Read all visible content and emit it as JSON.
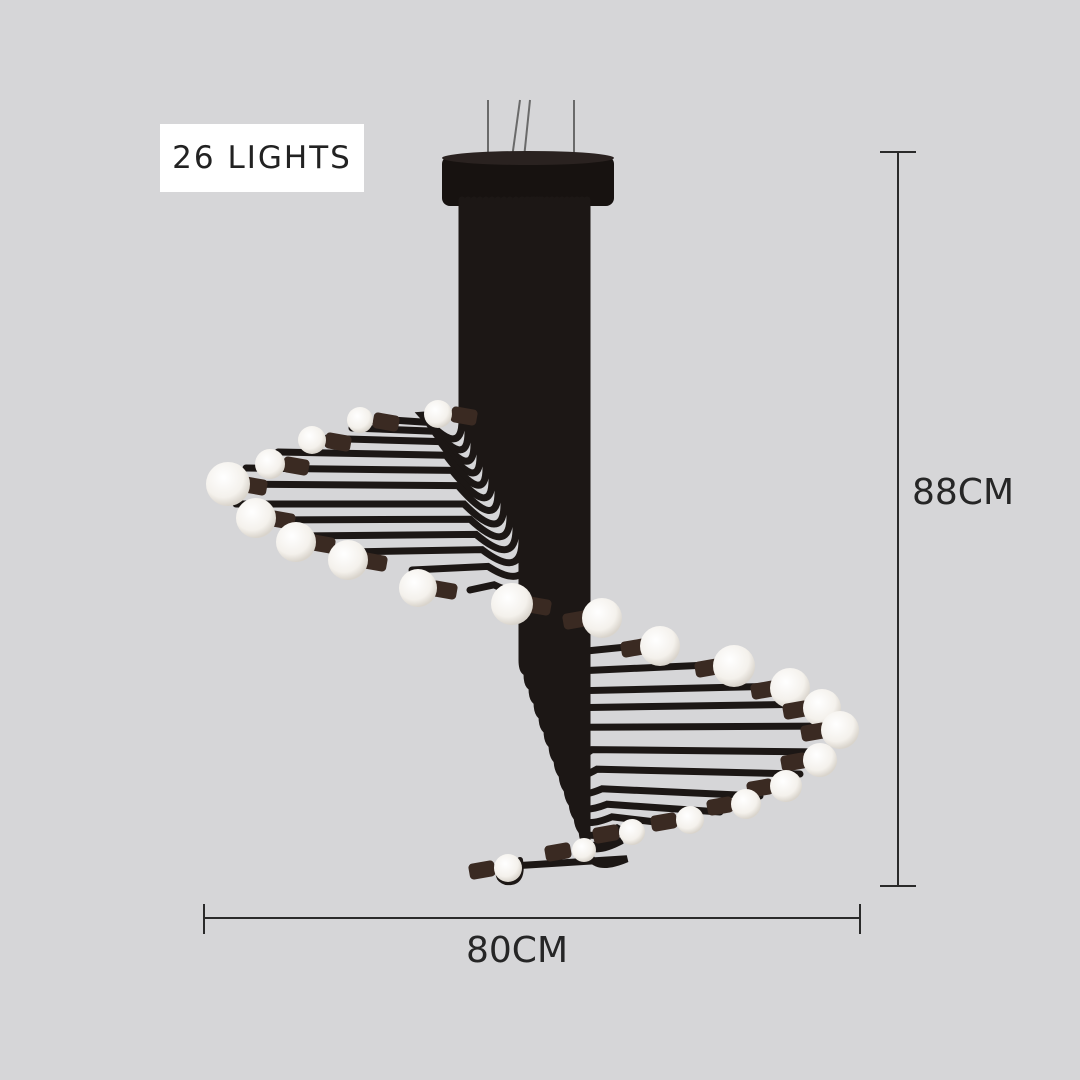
{
  "product": {
    "lights_badge": "26 LIGHTS",
    "height_label": "88CM",
    "width_label": "80CM"
  },
  "colors": {
    "background": "#d6d6d8",
    "metal": "#1c1715",
    "bulb": "#fbf9f5",
    "socket": "#3a2a22",
    "dimension_line": "#2a2a2a"
  }
}
